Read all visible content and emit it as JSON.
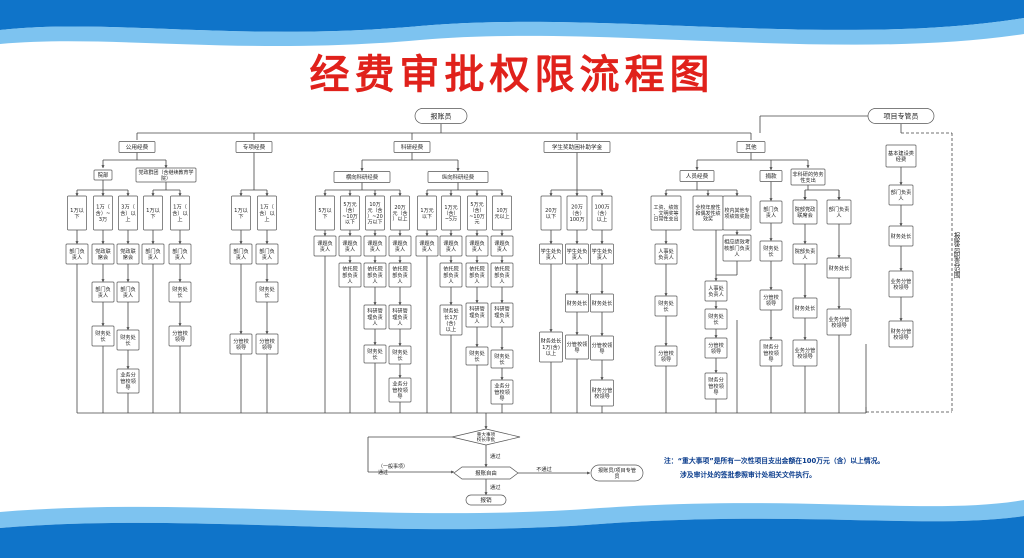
{
  "title": "经费审批权限流程图",
  "colors": {
    "title_red": "#e0211b",
    "title_outline": "#ffffff",
    "wave_dark": "#0f74c9",
    "wave_light": "#5db4ec",
    "line": "#444444",
    "box_border": "#555555",
    "text": "#222222"
  },
  "top": {
    "reporter": "报账员",
    "manager": "项目专管员",
    "side_label": "报账员职责范围"
  },
  "categories": {
    "public": "公用经费",
    "special": "专项经费",
    "research": "科研经费",
    "student": "学生奖助困补助学金",
    "other": "其他"
  },
  "sub": {
    "dept": "院部",
    "party": "党政群团（含继续教育学院）",
    "horizontal": "横向科研经费",
    "vertical": "纵向科研经费",
    "personnel": "人员经费",
    "donation": "捐款",
    "nonresearch": "非科研的劳务性支出",
    "basic_construction": "基本建设类经费"
  },
  "nodes": {
    "a1": "1万以下",
    "a2": "1万（含）~3万",
    "a3": "3万（含）以上",
    "a1b": "部门负责人",
    "a2b": "党政联席会",
    "a3b": "党政联席会",
    "a2c": "部门负责人",
    "a3c": "部门负责人",
    "a2d": "财务处长",
    "a3d": "财务处长",
    "a3e": "业务分管校领导",
    "p1": "1万以下",
    "p2": "1万（含）以上",
    "p1b": "部门负责人",
    "p2b": "部门负责人",
    "p2c": "财务处长",
    "p2d": "分管校领导",
    "s1": "1万以下",
    "s2": "1万（含）以上",
    "s1b": "部门负责人",
    "s2b": "部门负责人",
    "s2c": "财务处长",
    "s1d": "分管校领导",
    "s2d": "分管校领导",
    "h1": "5万以下",
    "h2": "5万元（含）~10万以下",
    "h3": "10万元（含）~20万以下",
    "h4": "20万元（含）以上",
    "h1b": "课题负责人",
    "h2b": "课题负责人",
    "h3b": "课题负责人",
    "h4b": "课题负责人",
    "h2c": "依托院部负责人",
    "h3c": "依托院部负责人",
    "h4c": "依托院部负责人",
    "h3d": "科研管理负责人",
    "h4d": "科研管理负责人",
    "h3e": "财务处长",
    "h4e": "财务处长",
    "h4f": "业务分管校领导",
    "v1": "1万元以下",
    "v2": "1万元（含）~5万",
    "v3": "5万元（含）~10万元",
    "v4": "10万元以上",
    "v1b": "课题负责人",
    "v2b": "课题负责人",
    "v3b": "课题负责人",
    "v4b": "课题负责人",
    "v2c": "依托院部负责人",
    "v3c": "依托院部负责人",
    "v4c": "依托院部负责人",
    "v2d": "财务处长1万(含)以上",
    "v3d": "科研管理负责人",
    "v4d": "科研管理负责人",
    "v3e": "财务处长",
    "v4e": "财务处长",
    "v4f": "业务分管校领导",
    "st1": "20万以下",
    "st2": "20万（含）100万",
    "st3": "100万（含）以上",
    "st1b": "学生处负责人",
    "st2b": "学生处负责人",
    "st3b": "学生处负责人",
    "st2c": "财务处长",
    "st3c": "财务处长",
    "st1d": "财务处长1万(含)以上",
    "st2d": "分管校领导",
    "st3d": "分管校领导",
    "st3e": "财务分管校领导",
    "o1": "工资、绩效、文明奖等日常性支出",
    "o2": "全校年度性和偶发性绩效奖",
    "o3": "校内其他专项绩效奖励",
    "o1b": "人事处负责人",
    "o3b": "相应绩效考核部门负责人",
    "o1c": "财务处长",
    "o2c": "人事处负责人",
    "o1d": "分管校领导",
    "o2d": "财务处长",
    "o2e": "分管校领导",
    "o2f": "财务分管校领导",
    "d1": "部门负责人",
    "d2": "财务处长",
    "d3": "分管校领导",
    "d4": "财务分管校领导",
    "n1": "院部党政联席会",
    "n2": "部门负责人",
    "n1b": "院部负责人",
    "n2b": "财务处长",
    "n1c": "财务处长",
    "n2c": "业务分管校领导",
    "n1d": "业务分管校领导",
    "b1": "部门负责人",
    "b2": "财务处长",
    "b3": "业务分管校领导",
    "b4": "财务分管校领导"
  },
  "bottom": {
    "decision": "重大事项校长审批",
    "pass1": "通过",
    "general": "（一般事项）通过",
    "audit": "报账自由",
    "fail": "不通过",
    "return": "报账员/项目专管员",
    "pass2": "通过",
    "done": "报销"
  },
  "note": {
    "label": "注：",
    "line1": "“重大事项”是所有一次性项目支出金额在100万元（含）以上情况。",
    "line2": "涉及审计处的签批参照审计处相关文件执行。"
  }
}
